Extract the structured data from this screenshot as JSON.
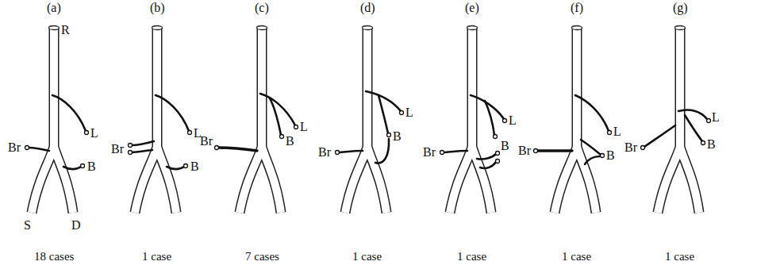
{
  "diagram": {
    "labels": [
      "(a)",
      "(b)",
      "(c)",
      "(d)",
      "(e)",
      "(f)",
      "(g)",
      "R",
      "L",
      "Br",
      "B",
      "S",
      "D",
      "L",
      "Br",
      "B",
      "Br",
      "L",
      "B",
      "L",
      "Br",
      "B",
      "L",
      "Br",
      "B",
      "Br",
      "L",
      "B",
      "L",
      "Br",
      "B",
      "18 cases",
      "1 case",
      "7 cases",
      "1 case",
      "1 case",
      "1 case",
      "1 case"
    ]
  }
}
